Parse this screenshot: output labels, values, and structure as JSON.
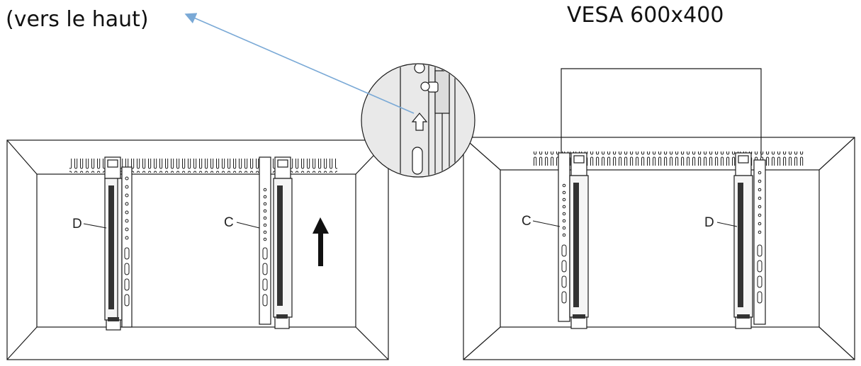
{
  "captions": {
    "left": "(vers le haut)",
    "right": "VESA 600x400"
  },
  "labels": {
    "left_d": "D",
    "left_c": "C",
    "right_c": "C",
    "right_d": "D"
  },
  "colors": {
    "pointer_arrow": "#7aa9d6",
    "line": "#1a1a1a",
    "detail_fill": "#e9e9e9"
  }
}
